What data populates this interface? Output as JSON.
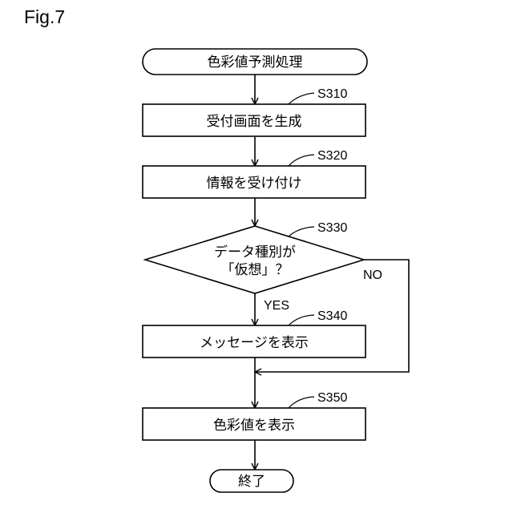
{
  "figure_label": "Fig.7",
  "nodes": {
    "start": "色彩値予測処理",
    "s310": "受付画面を生成",
    "s320": "情報を受け付け",
    "s330_line1": "データ種別が",
    "s330_line2": "「仮想」？",
    "s340": "メッセージを表示",
    "s350": "色彩値を表示",
    "end": "終了"
  },
  "step_labels": {
    "s310": "S310",
    "s320": "S320",
    "s330": "S330",
    "s340": "S340",
    "s350": "S350"
  },
  "branches": {
    "yes": "YES",
    "no": "NO"
  }
}
